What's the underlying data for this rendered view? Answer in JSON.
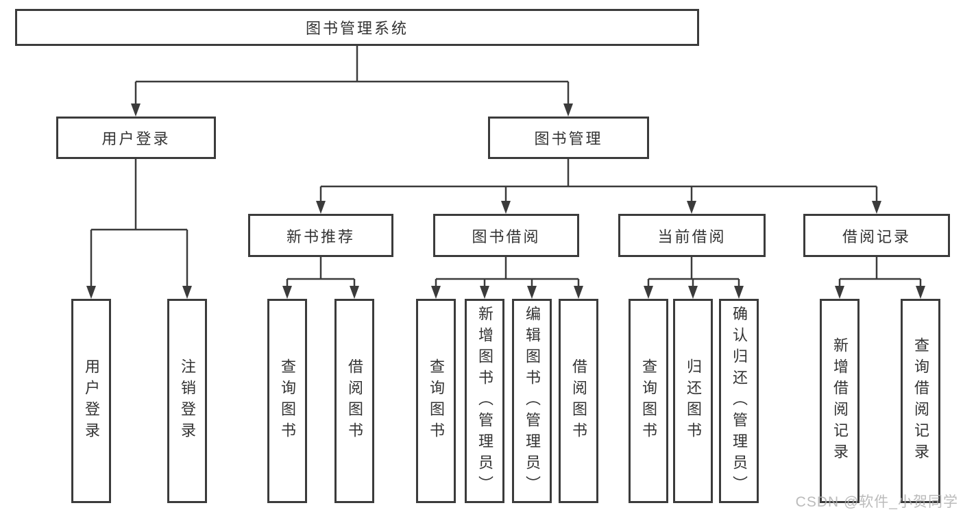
{
  "tree": {
    "root": "图书管理系统",
    "branches": [
      {
        "label": "用户登录",
        "children": [
          "用户登录",
          "注销登录"
        ]
      },
      {
        "label": "图书管理",
        "children": [
          {
            "label": "新书推荐",
            "children": [
              "查询图书",
              "借阅图书"
            ]
          },
          {
            "label": "图书借阅",
            "children": [
              "查询图书",
              "新增图书（管理员）",
              "编辑图书（管理员）",
              "借阅图书"
            ]
          },
          {
            "label": "当前借阅",
            "children": [
              "查询图书",
              "归还图书",
              "确认归还（管理员）"
            ]
          },
          {
            "label": "借阅记录",
            "children": [
              "新增借阅记录",
              "查询借阅记录"
            ]
          }
        ]
      }
    ]
  },
  "watermark": "CSDN @软件_小贺同学",
  "colors": {
    "line": "#3b3b3b",
    "box_border": "#3b3b3b",
    "text": "#333333",
    "watermark": "#afafaf",
    "background": "#ffffff"
  }
}
